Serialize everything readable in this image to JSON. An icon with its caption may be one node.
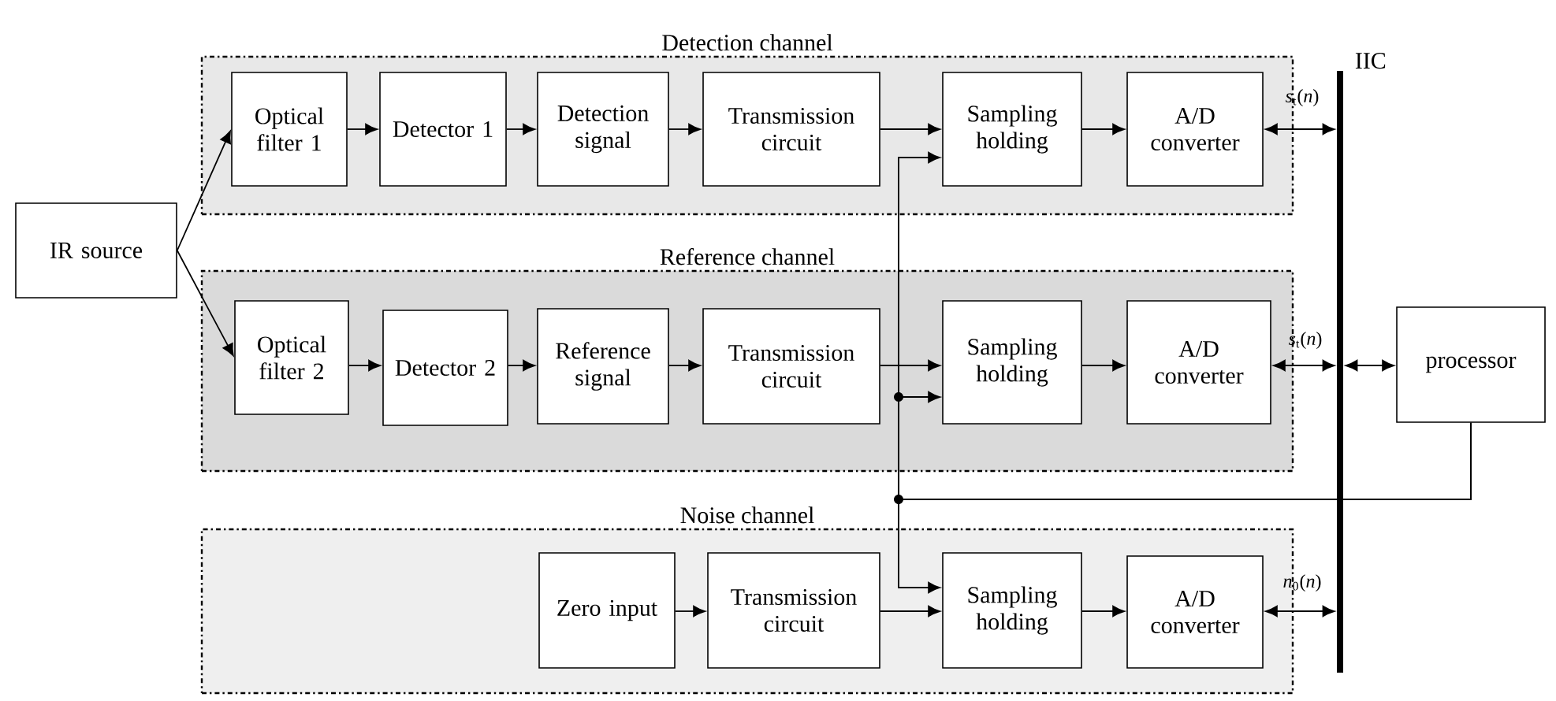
{
  "diagram": {
    "nodes": [
      {
        "text": [
          "Detection channel"
        ]
      },
      {
        "text": [
          "Optical filter 1"
        ],
        "in": 0
      },
      {
        "text": [
          "Detector 1"
        ],
        "in": 0
      },
      {
        "text": [
          "Detection signal"
        ],
        "in": 0
      },
      {
        "text": [
          "Transmission circuit"
        ],
        "in": 0
      },
      {
        "text": [
          "Sampling holding"
        ],
        "in": 0
      },
      {
        "text": [
          "A/D converter"
        ],
        "in": 0
      },
      {
        "text": [
          "IIC"
        ]
      },
      {
        "text": [
          "IR source"
        ]
      },
      {
        "text": [
          "Reference channel"
        ]
      },
      {
        "text": [
          "Optical filter 2"
        ],
        "in": 9
      },
      {
        "text": [
          "Detector 2"
        ],
        "in": 9
      },
      {
        "text": [
          "Reference signal"
        ],
        "in": 9
      },
      {
        "text": [
          "Transmission circuit"
        ],
        "in": 9
      },
      {
        "text": [
          "Sampling holding"
        ],
        "in": 9
      },
      {
        "text": [
          "A/D converter"
        ],
        "in": 9
      },
      {
        "text": [
          "processor"
        ]
      },
      {
        "text": [
          "Noise channel"
        ]
      },
      {
        "text": [
          "Zero input"
        ],
        "in": 17
      },
      {
        "text": [
          "Transmission circuit"
        ],
        "in": 17
      },
      {
        "text": [
          "Sampling holding"
        ],
        "in": 17
      },
      {
        "text": [
          "A/D converter"
        ],
        "in": 17
      }
    ],
    "edges": [
      {
        "from": 8,
        "to": 1,
        "arrow": "to"
      },
      {
        "from": 8,
        "to": 10,
        "arrow": "to"
      },
      {
        "from": 1,
        "to": 2,
        "arrow": "to"
      },
      {
        "from": 2,
        "to": 3,
        "arrow": "to"
      },
      {
        "from": 3,
        "to": 4,
        "arrow": "to"
      },
      {
        "from": 4,
        "to": 5,
        "arrow": "to"
      },
      {
        "from": 5,
        "to": 6,
        "arrow": "to"
      },
      {
        "from": 6,
        "to": 7,
        "arrow": "both",
        "label": "*s*$_{t}$(*n*)"
      },
      {
        "from": 10,
        "to": 11,
        "arrow": "to"
      },
      {
        "from": 11,
        "to": 12,
        "arrow": "to"
      },
      {
        "from": 12,
        "to": 13,
        "arrow": "to"
      },
      {
        "from": 13,
        "to": 14,
        "arrow": "to"
      },
      {
        "from": 14,
        "to": 15,
        "arrow": "to"
      },
      {
        "from": 15,
        "to": 7,
        "arrow": "both",
        "label": "*s*$_{t}$(*n*)"
      },
      {
        "from": 7,
        "to": 16,
        "arrow": "both"
      },
      {
        "from": 18,
        "to": 19,
        "arrow": "to"
      },
      {
        "from": 19,
        "to": 20,
        "arrow": "to"
      },
      {
        "from": 20,
        "to": 21,
        "arrow": "to"
      },
      {
        "from": 21,
        "to": 7,
        "arrow": "both",
        "label": "*n*$_{0}$(*n*)"
      },
      {
        "from": 16,
        "to": 5,
        "arrow": "to"
      },
      {
        "from": 16,
        "to": 14,
        "arrow": "to"
      },
      {
        "from": 16,
        "to": 20,
        "arrow": "to"
      }
    ]
  }
}
